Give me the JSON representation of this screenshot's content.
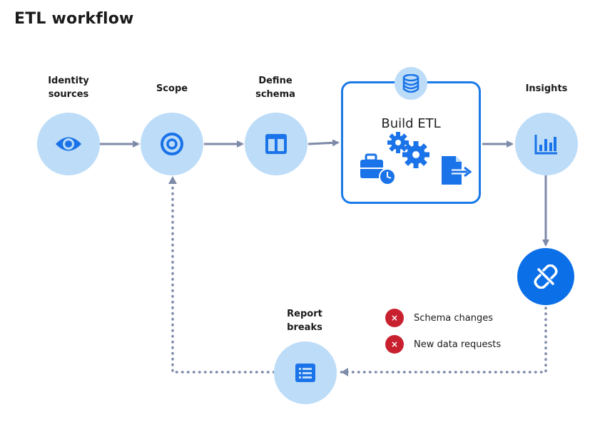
{
  "title": "ETL workflow",
  "steps": {
    "identity": {
      "line1": "Identity",
      "line2": "sources",
      "icon": "eye-icon"
    },
    "scope": {
      "line1": "Scope",
      "icon": "target-icon"
    },
    "schema": {
      "line1": "Define",
      "line2": "schema",
      "icon": "columns-icon"
    },
    "build": {
      "label": "Build ETL",
      "icons": [
        "database-icon",
        "briefcase-clock-icon",
        "gears-icon",
        "file-export-icon"
      ]
    },
    "insights": {
      "line1": "Insights",
      "icon": "bar-chart-icon"
    },
    "breaks": {
      "icon": "broken-link-icon"
    },
    "report": {
      "line1": "Report",
      "line2": "breaks",
      "icon": "list-icon"
    }
  },
  "legend": [
    {
      "text": "Schema changes",
      "icon": "error-x-icon"
    },
    {
      "text": "New data requests",
      "icon": "error-x-icon"
    }
  ],
  "legend_marker": "×",
  "colors": {
    "node_light": "#bcdcf8",
    "accent": "#0b6fe8",
    "icon_blue": "#1a73e8",
    "edge": "#7d8aa8",
    "error": "#c8202f"
  }
}
